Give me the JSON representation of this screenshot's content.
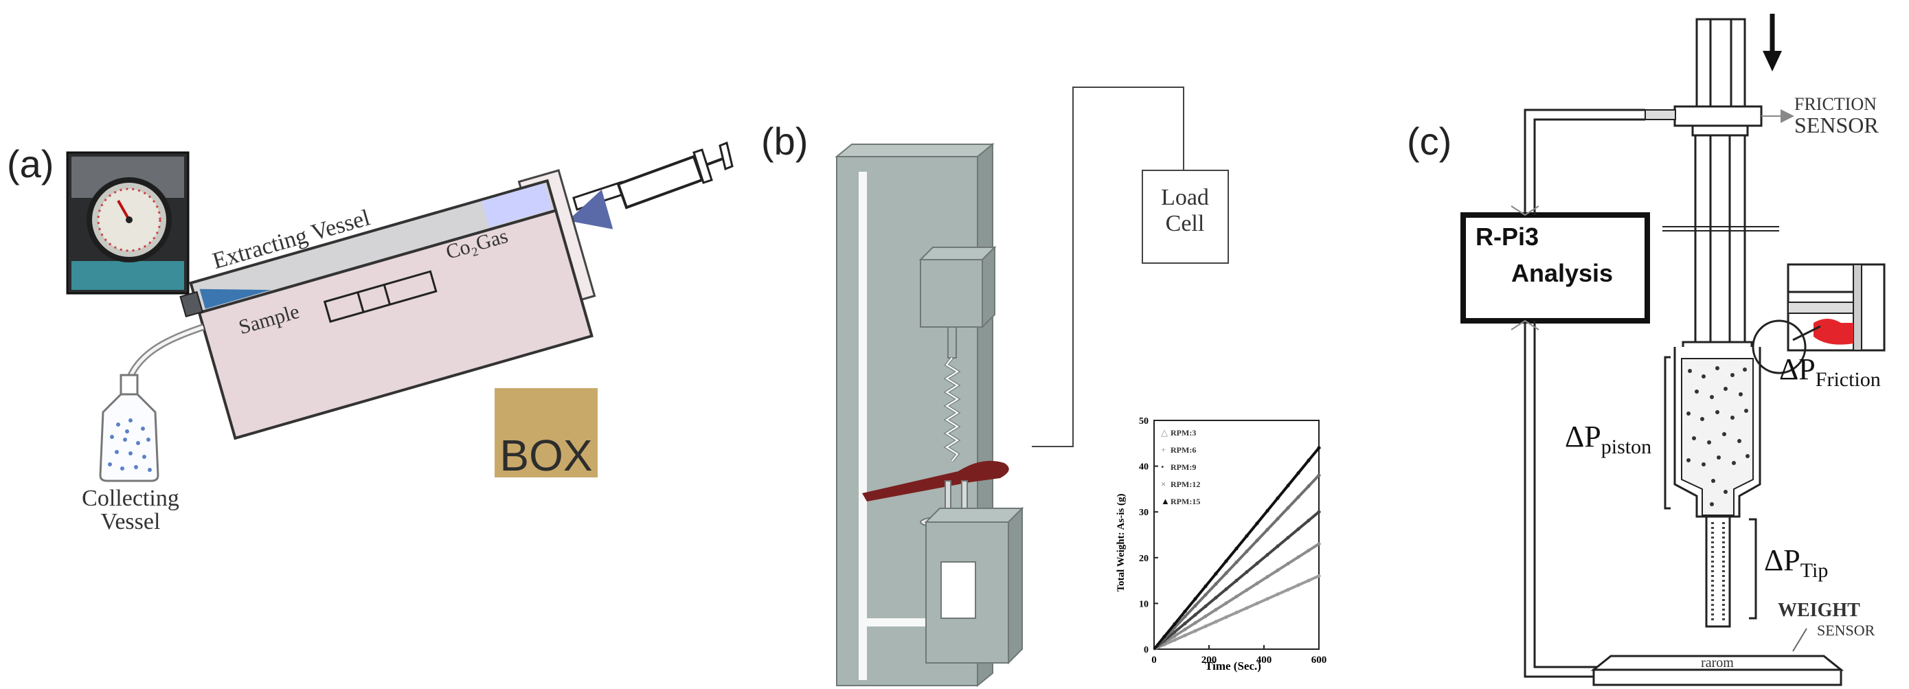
{
  "panels": {
    "a": {
      "letter": "(a)",
      "extracting_vessel": "Extracting Vessel",
      "gas": "Co₂Gas",
      "sample": "Sample",
      "box": "BOX",
      "collecting_line1": "Collecting",
      "collecting_line2": "Vessel",
      "icons": [
        "pressure-gauge-photo-icon",
        "syringe-icon",
        "bottle-icon"
      ]
    },
    "b": {
      "letter": "(b)",
      "load_line1": "Load",
      "load_line2": "Cell"
    },
    "c": {
      "letter": "(c)",
      "friction_line1": "FRICTION",
      "friction_line2": "SENSOR",
      "rpi": "R-Pi3",
      "analysis": "Analysis",
      "dp_friction_main": "ΔP",
      "dp_friction_sub": "Friction",
      "dp_piston_main": "ΔP",
      "dp_piston_sub": "piston",
      "dp_tip_main": "ΔP",
      "dp_tip_sub": "Tip",
      "weight_line1": "WEIGHT",
      "weight_line2": "SENSOR",
      "scale_display": "rarom"
    }
  },
  "chart_data": {
    "type": "line",
    "xlabel": "Time (Sec.)",
    "ylabel": "Total Weight: As-is (g)",
    "xlim": [
      0,
      600
    ],
    "ylim": [
      0,
      50
    ],
    "xticks": [
      "0",
      "200",
      "400",
      "600"
    ],
    "yticks": [
      "0",
      "10",
      "20",
      "30",
      "40",
      "50"
    ],
    "legend_position": "top-left",
    "series": [
      {
        "name": "RPM:3",
        "marker": "triangle-open",
        "x": [
          0,
          600
        ],
        "y": [
          0,
          16
        ]
      },
      {
        "name": "RPM:6",
        "marker": "plus",
        "x": [
          0,
          600
        ],
        "y": [
          0,
          23
        ]
      },
      {
        "name": "RPM:9",
        "marker": "dot",
        "x": [
          0,
          600
        ],
        "y": [
          0,
          30
        ]
      },
      {
        "name": "RPM:12",
        "marker": "x",
        "x": [
          0,
          600
        ],
        "y": [
          0,
          38
        ]
      },
      {
        "name": "RPM:15",
        "marker": "triangle",
        "x": [
          0,
          600
        ],
        "y": [
          0,
          44
        ]
      }
    ]
  }
}
